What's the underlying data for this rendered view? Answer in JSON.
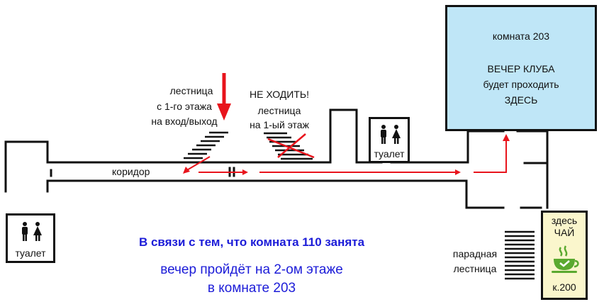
{
  "corridor": {
    "label": "коридор"
  },
  "stairs_entry": {
    "line1": "лестница",
    "line2": "с 1-го этажа",
    "line3": "на вход/выход"
  },
  "stairs_forbidden": {
    "line1": "НЕ ХОДИТЬ!",
    "line2": "лестница",
    "line3": "на 1-ый этаж"
  },
  "toilet_left": {
    "label": "туалет"
  },
  "toilet_right": {
    "label": "туалет"
  },
  "room203": {
    "title": "комната 203",
    "line1": "ВЕЧЕР КЛУБА",
    "line2": "будет проходить",
    "line3": "ЗДЕСЬ"
  },
  "tea_room": {
    "line1": "здесь",
    "line2": "ЧАЙ",
    "line3": "к.200"
  },
  "main_stairs": {
    "line1": "парадная",
    "line2": "лестница"
  },
  "notice": {
    "line1": "В связи с тем, что комната 110 занята",
    "line2": "вечер пройдёт на 2-ом этаже",
    "line3": "в комнате 203"
  },
  "colors": {
    "wall": "#111111",
    "route": "#e8141c",
    "notice_text": "#1c1cd8",
    "room203_fill": "#bfe6f7",
    "tea_fill": "#faf6cc",
    "tea_icon": "#5aa92f"
  }
}
